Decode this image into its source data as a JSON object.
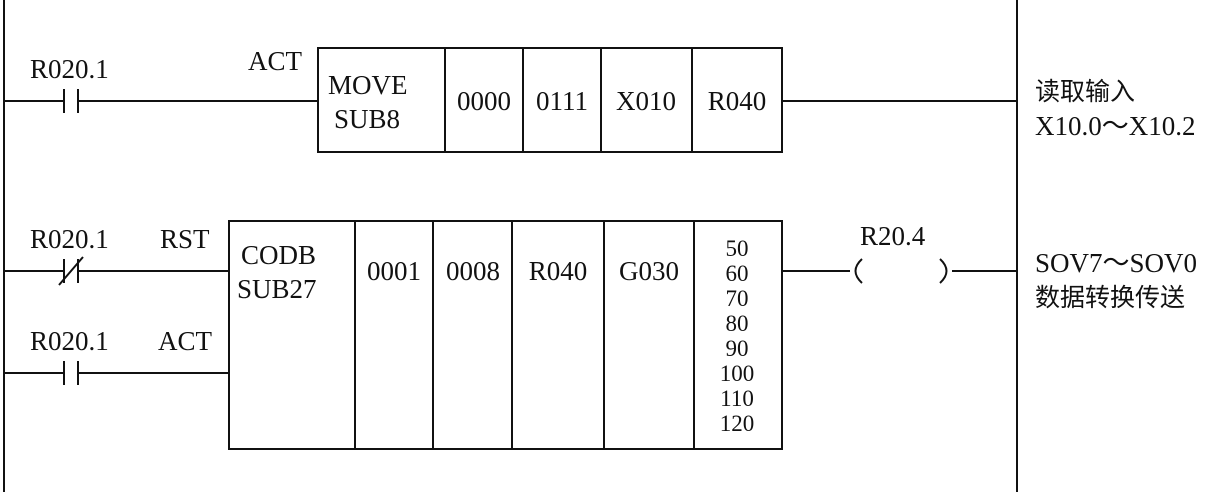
{
  "rung1": {
    "contact_label": "R020.1",
    "act_label": "ACT",
    "block": {
      "line1": "MOVE",
      "line2": "SUB8",
      "params": [
        "0000",
        "0111",
        "X010",
        "R040"
      ]
    },
    "comment": [
      "读取输入",
      "X10.0～X10.2"
    ]
  },
  "rung2": {
    "rst_contact_label": "R020.1",
    "rst_label": "RST",
    "act_contact_label": "R020.1",
    "act_label": "ACT",
    "block": {
      "line1": "CODB",
      "line2": "SUB27",
      "params": [
        "0001",
        "0008",
        "R040",
        "G030"
      ],
      "table": [
        "50",
        "60",
        "70",
        "80",
        "90",
        "100",
        "110",
        "120"
      ]
    },
    "coil_label": "R20.4",
    "comment": [
      "SOV7～SOV0",
      "数据转换传送"
    ]
  }
}
